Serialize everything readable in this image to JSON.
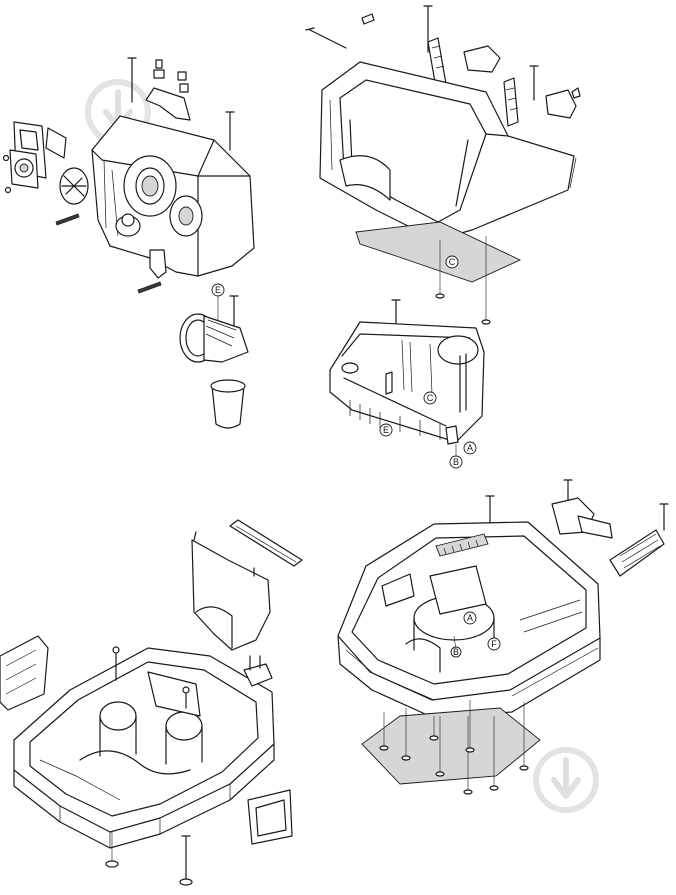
{
  "callouts": {
    "A": "A",
    "B": "B",
    "C": "C",
    "E": "E",
    "F": "F"
  },
  "watermark": {
    "brand": "epicentr-logo",
    "color": "#e0e0e0"
  }
}
